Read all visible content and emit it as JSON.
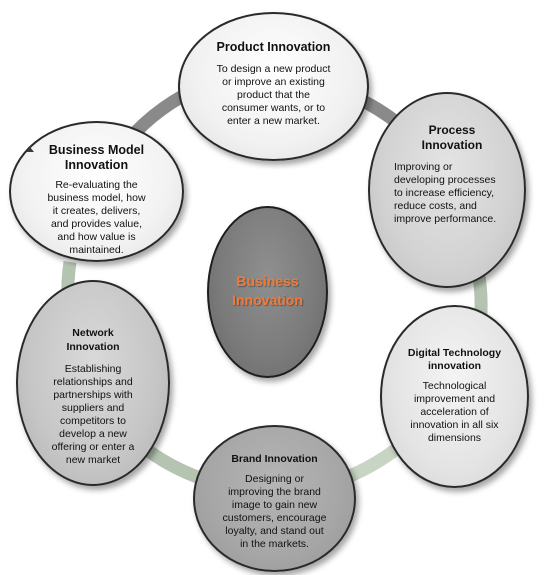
{
  "center": {
    "label_line1": "Business",
    "label_line2": "Innovation"
  },
  "nodes": {
    "product": {
      "title": "Product Innovation",
      "desc": [
        "To design a new product",
        "or improve an existing",
        "product that the",
        "consumer wants, or to",
        "enter a new market."
      ]
    },
    "process": {
      "title": [
        "Process",
        "Innovation"
      ],
      "desc": [
        "Improving or",
        "developing processes",
        "to increase efficiency,",
        "reduce costs, and",
        "improve performance."
      ]
    },
    "digital": {
      "title": [
        "Digital Technology",
        "innovation"
      ],
      "desc": [
        "Technological",
        "improvement and",
        "acceleration of",
        "innovation in all six",
        "dimensions"
      ]
    },
    "brand": {
      "title": "Brand Innovation",
      "desc": [
        "Designing or",
        "improving the brand",
        "image to gain new",
        "customers, encourage",
        "loyalty, and stand out",
        "in the markets."
      ]
    },
    "network": {
      "title": [
        "Network",
        "Innovation"
      ],
      "desc": [
        "Establishing",
        "relationships and",
        "partnerships with",
        "suppliers and",
        "competitors to",
        "develop a new",
        "offering or enter a",
        "new market"
      ]
    },
    "business_model": {
      "title": [
        "Business Model",
        "Innovation"
      ],
      "desc": [
        "Re-evaluating the",
        "business model, how",
        "it creates, delivers,",
        "and provides value,",
        "and how value is",
        "maintained."
      ]
    }
  },
  "colors": {
    "center_label": "#f07a3a",
    "ring_gray": "#8a8a8a",
    "ring_green": "#b5c4b1",
    "ring_green_light": "#c8d4c4"
  }
}
